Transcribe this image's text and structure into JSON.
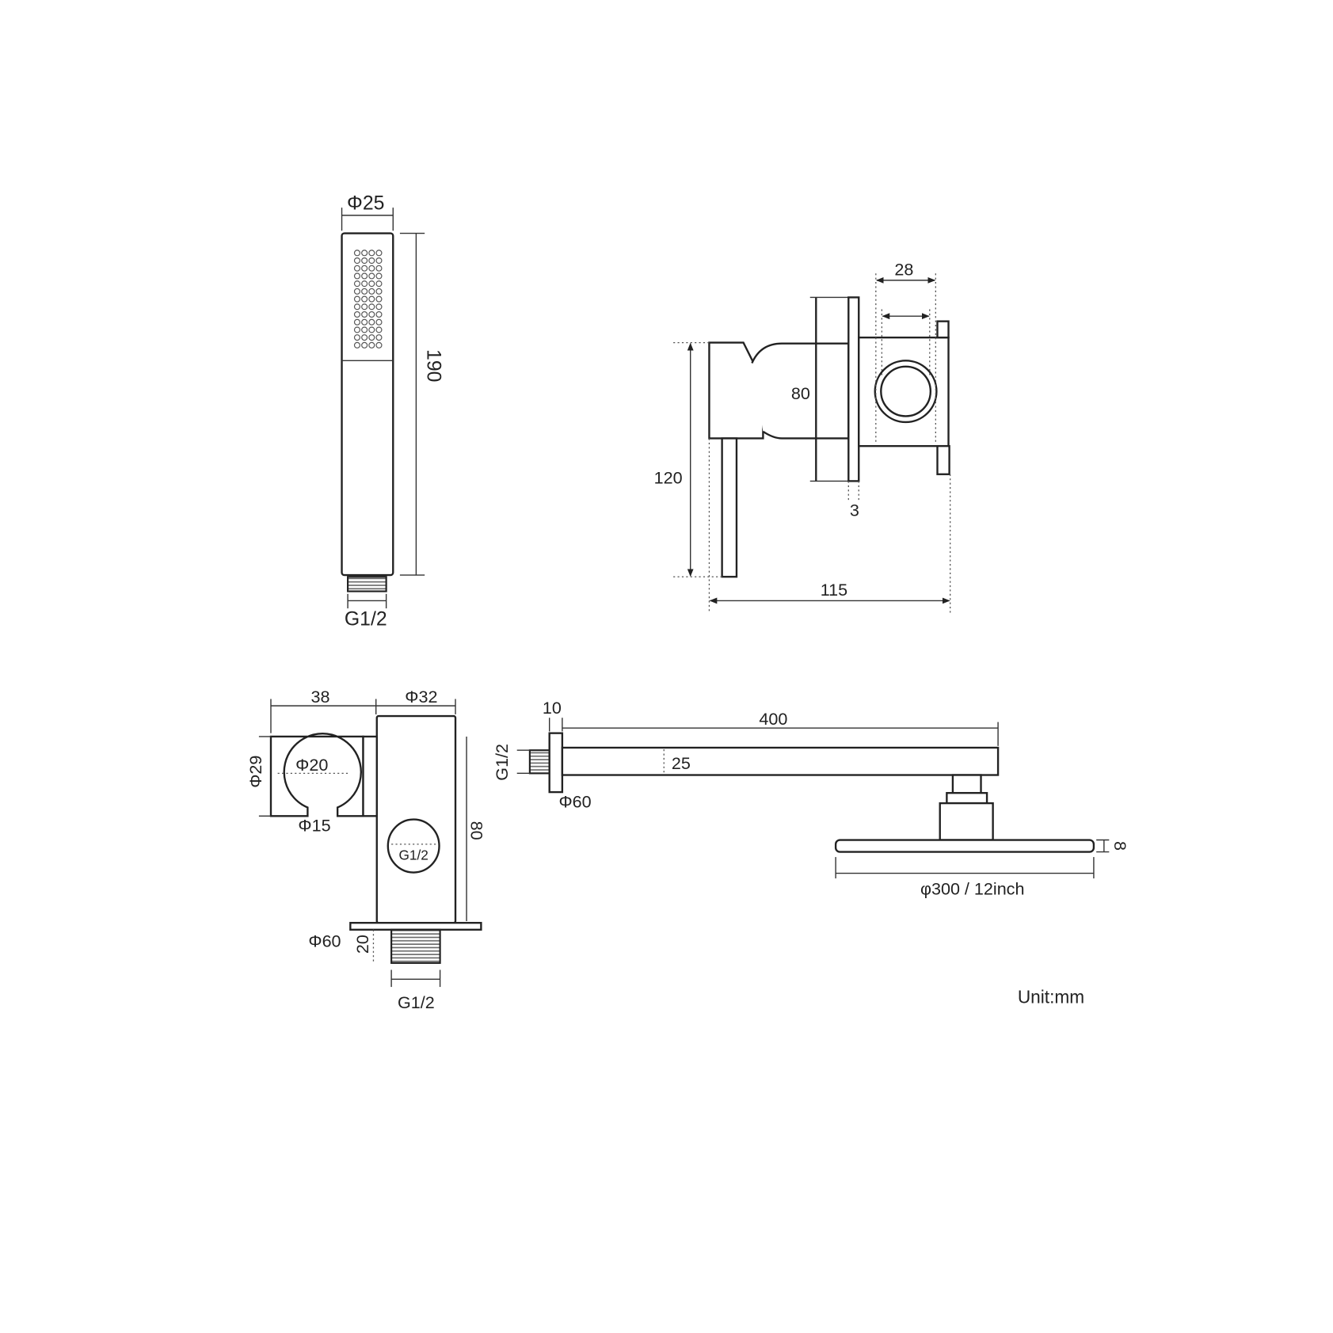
{
  "hand_shower": {
    "diameter": "Φ25",
    "length": "190",
    "thread": "G1/2"
  },
  "mixer": {
    "width_28": "28",
    "diameter_80": "80",
    "height_120": "120",
    "plate_3": "3",
    "depth_115": "115"
  },
  "holder": {
    "width_38": "38",
    "diameter_32": "Φ32",
    "diameter_29": "Φ29",
    "diameter_20": "Φ20",
    "diameter_15": "Φ15",
    "height_80": "80",
    "inner_thread": "G1/2",
    "plate_60": "Φ60",
    "thread_len_20": "20",
    "thread": "G1/2"
  },
  "shower_arm": {
    "flange_10": "10",
    "length_400": "400",
    "thread": "G1/2",
    "section_25": "25",
    "flange_60": "Φ60",
    "head_thickness_8": "8",
    "head_diameter": "φ300 / 12inch"
  },
  "unit": "Unit:mm"
}
